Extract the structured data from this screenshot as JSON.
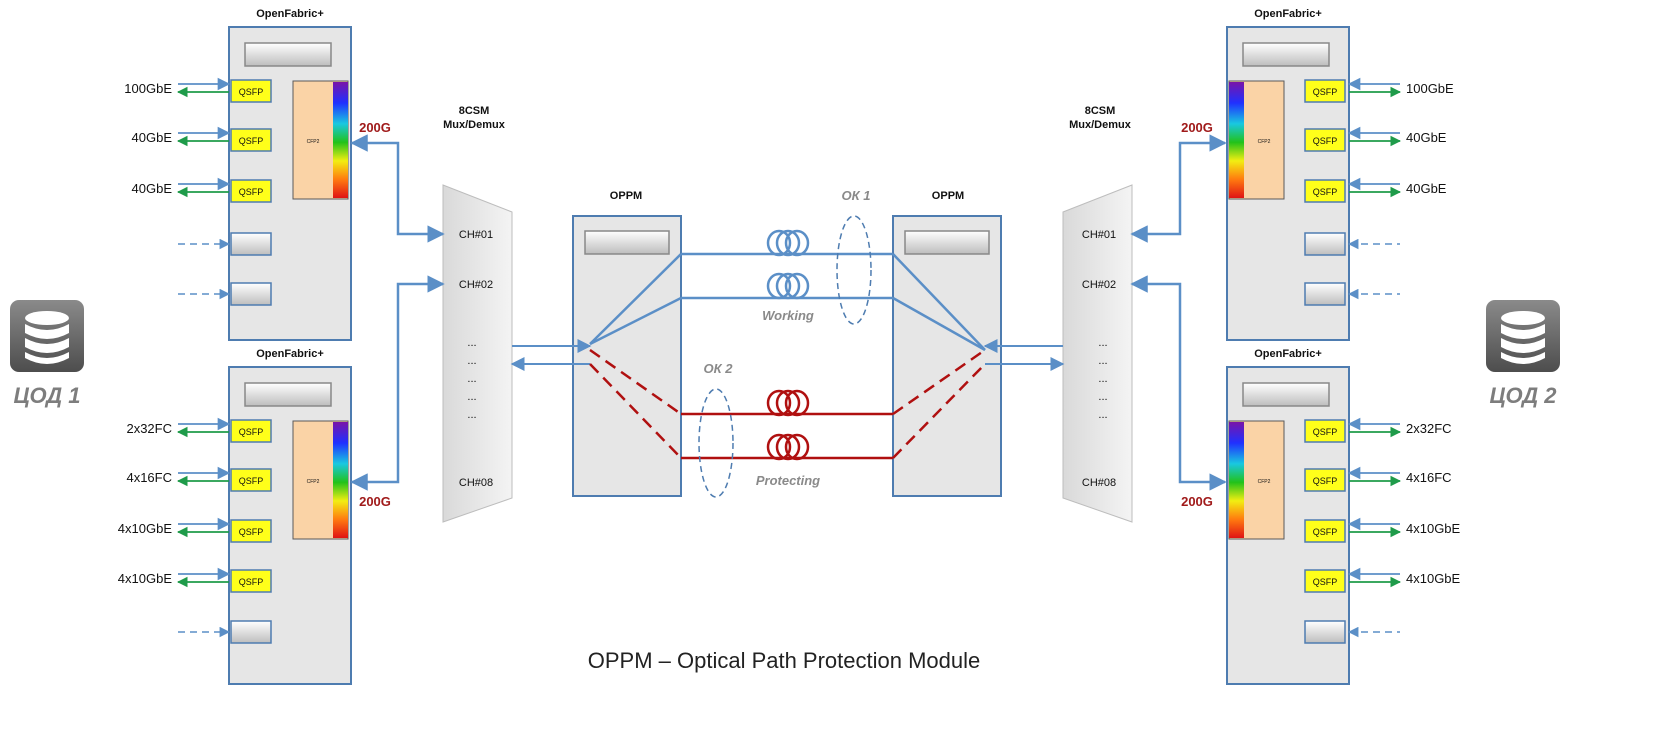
{
  "caption": "OPPM – Optical Path Protection Module",
  "datacenters": {
    "left": "ЦОД 1",
    "right": "ЦОД 2"
  },
  "switch_title": "OpenFabric+",
  "qsfp_label": "QSFP",
  "cfp_label": "CFP2",
  "uplink_label": "200G",
  "left_top_ports": [
    "100GbE",
    "40GbE",
    "40GbE"
  ],
  "left_bottom_ports": [
    "2x32FC",
    "4x16FC",
    "4x10GbE",
    "4x10GbE"
  ],
  "right_top_ports": [
    "100GbE",
    "40GbE",
    "40GbE"
  ],
  "right_bottom_ports": [
    "2x32FC",
    "4x16FC",
    "4x10GbE",
    "4x10GbE"
  ],
  "mux": {
    "title_line1": "8CSM",
    "title_line2": "Mux/Demux",
    "ch1": "CH#01",
    "ch2": "CH#02",
    "ch8": "CH#08",
    "dots": [
      "...",
      "...",
      "...",
      "...",
      "..."
    ]
  },
  "oppm_label": "OPPM",
  "links": {
    "working": "Working",
    "protecting": "Protecting",
    "ok1": "ОК 1",
    "ok2": "ОК 2"
  },
  "colors": {
    "blue_line": "#5b8fc7",
    "green_arrow": "#1f9b4a",
    "red_line": "#b01010",
    "qsfp_fill": "#ffff1a",
    "cfp_fill": "#fad3a6",
    "panel_fill": "#e6e6e6",
    "panel_border": "#4e7cb0",
    "label_red": "#a01a1a"
  }
}
